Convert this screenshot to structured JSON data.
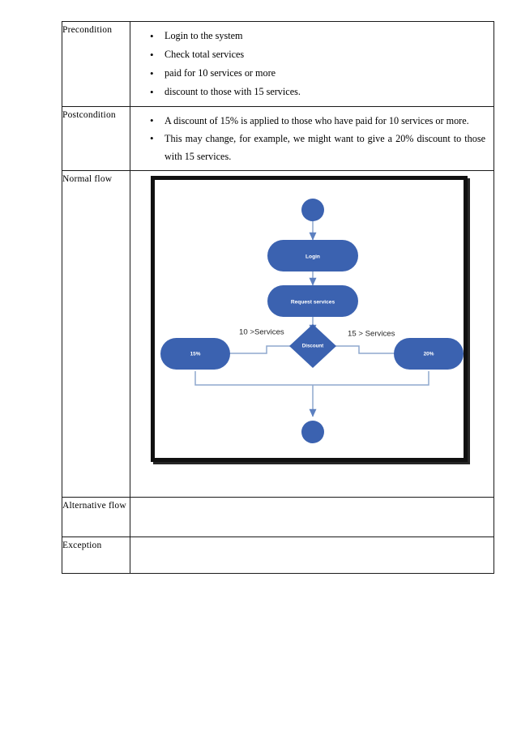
{
  "document": {
    "title": "Use case specification table with activity diagram"
  },
  "table": {
    "rows": [
      {
        "label": "Precondition",
        "bullets": [
          "Login to the system",
          "Check total services",
          "paid for 10 services  or more",
          "discount  to those with  15 services."
        ]
      },
      {
        "label": "Postcondition",
        "bullets": [
          "A discount  of 15% is applied  to those who have  paid  for 10 services  or more.",
          "This  may change,  for example,  we might  want to give a 20% discount  to those with  15 services."
        ]
      },
      {
        "label": "Normal flow",
        "bullets": []
      },
      {
        "label": "Alternative flow",
        "bullets": []
      },
      {
        "label": "Exception",
        "bullets": []
      }
    ]
  },
  "diagram": {
    "name": "activity-diagram-discount",
    "colors": {
      "node_fill": "#3b62b0",
      "node_text": "#ffffff",
      "connector": "#8fa8ce",
      "frame": "#111111",
      "background": "#ffffff"
    },
    "nodes": {
      "start": {
        "label": "",
        "shape": "circle"
      },
      "login": {
        "label": "Login",
        "shape": "rounded-rect"
      },
      "request_services": {
        "label": "Request services",
        "shape": "rounded-rect"
      },
      "decision": {
        "label": "Discount",
        "shape": "diamond"
      },
      "branch_left": {
        "label": "15%",
        "shape": "rounded-rect"
      },
      "branch_right": {
        "label": "20%",
        "shape": "rounded-rect"
      },
      "end": {
        "label": "",
        "shape": "circle"
      }
    },
    "edge_labels": {
      "left": "10 >Services",
      "right": "15 > Services"
    }
  }
}
